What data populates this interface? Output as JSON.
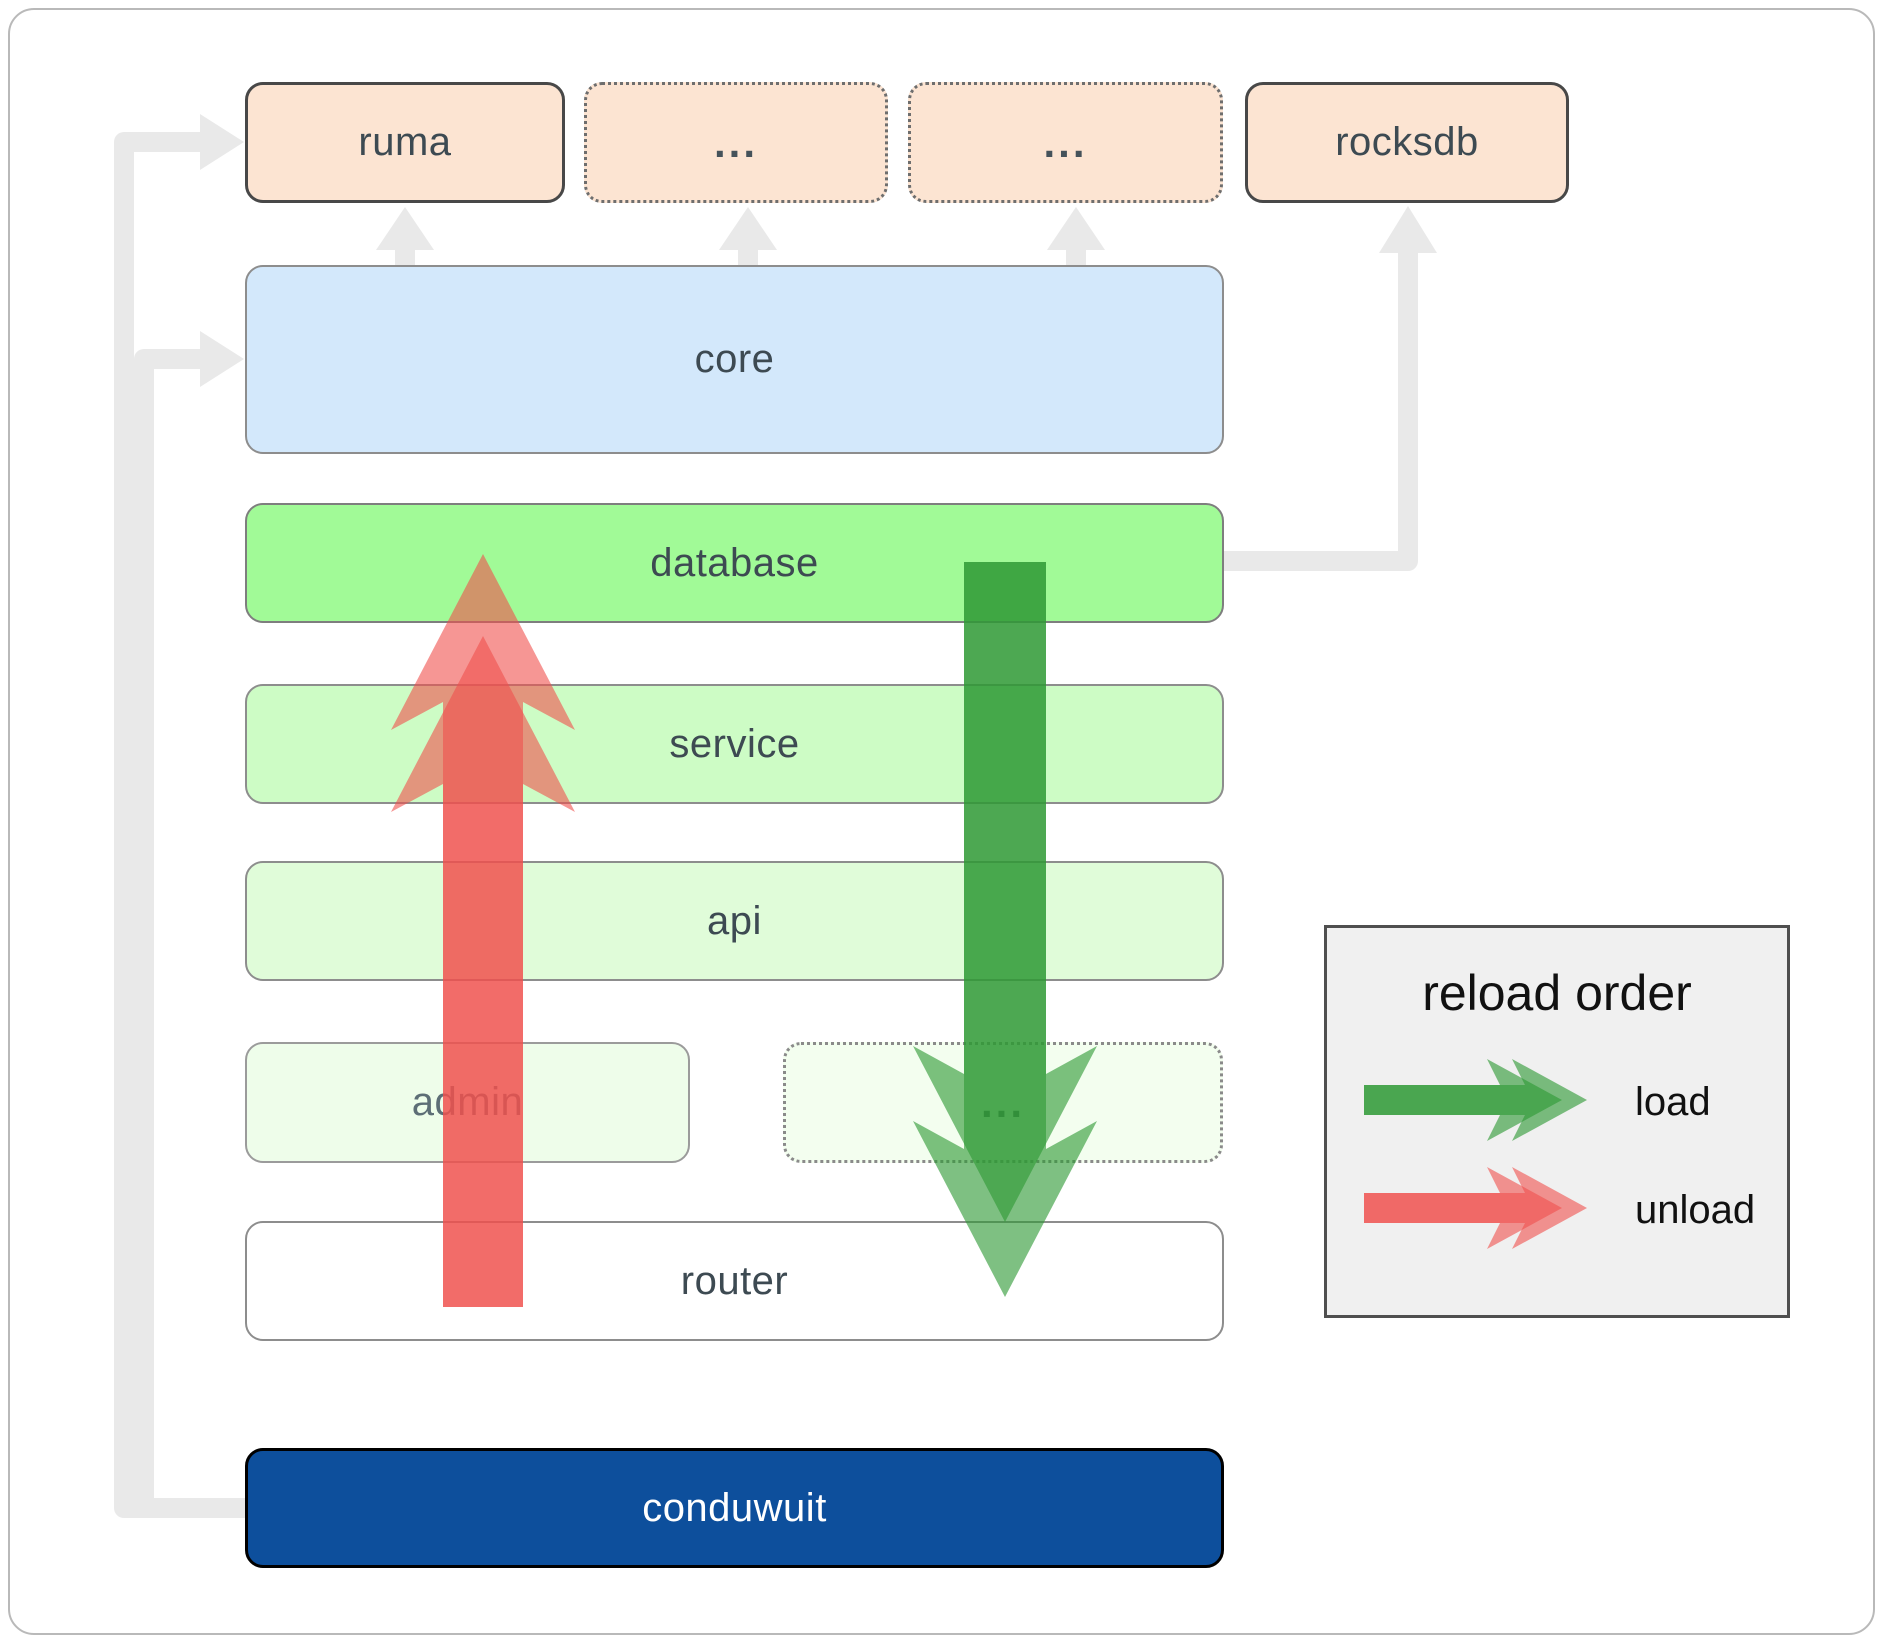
{
  "boxes": {
    "ruma": {
      "label": "ruma"
    },
    "ellipsis_top_left": {
      "label": "..."
    },
    "ellipsis_top_right": {
      "label": "..."
    },
    "rocksdb": {
      "label": "rocksdb"
    },
    "core": {
      "label": "core"
    },
    "database": {
      "label": "database"
    },
    "service": {
      "label": "service"
    },
    "api": {
      "label": "api"
    },
    "admin": {
      "label": "admin"
    },
    "ellipsis_admin_row": {
      "label": "..."
    },
    "router": {
      "label": "router"
    },
    "conduwuit": {
      "label": "conduwuit"
    }
  },
  "legend": {
    "title": "reload order",
    "items": [
      {
        "label": "load",
        "color": "#2e9a36"
      },
      {
        "label": "unload",
        "color": "#f0504c"
      }
    ]
  },
  "colors": {
    "load_green": "#2e9a36",
    "unload_red": "#f0504c",
    "connector": "#e9e9e9",
    "conduwuit_blue": "#0d4f9c",
    "database_green": "#a1fa97",
    "core_blue": "#d3e8fb",
    "component_peach": "#fce4d2"
  }
}
